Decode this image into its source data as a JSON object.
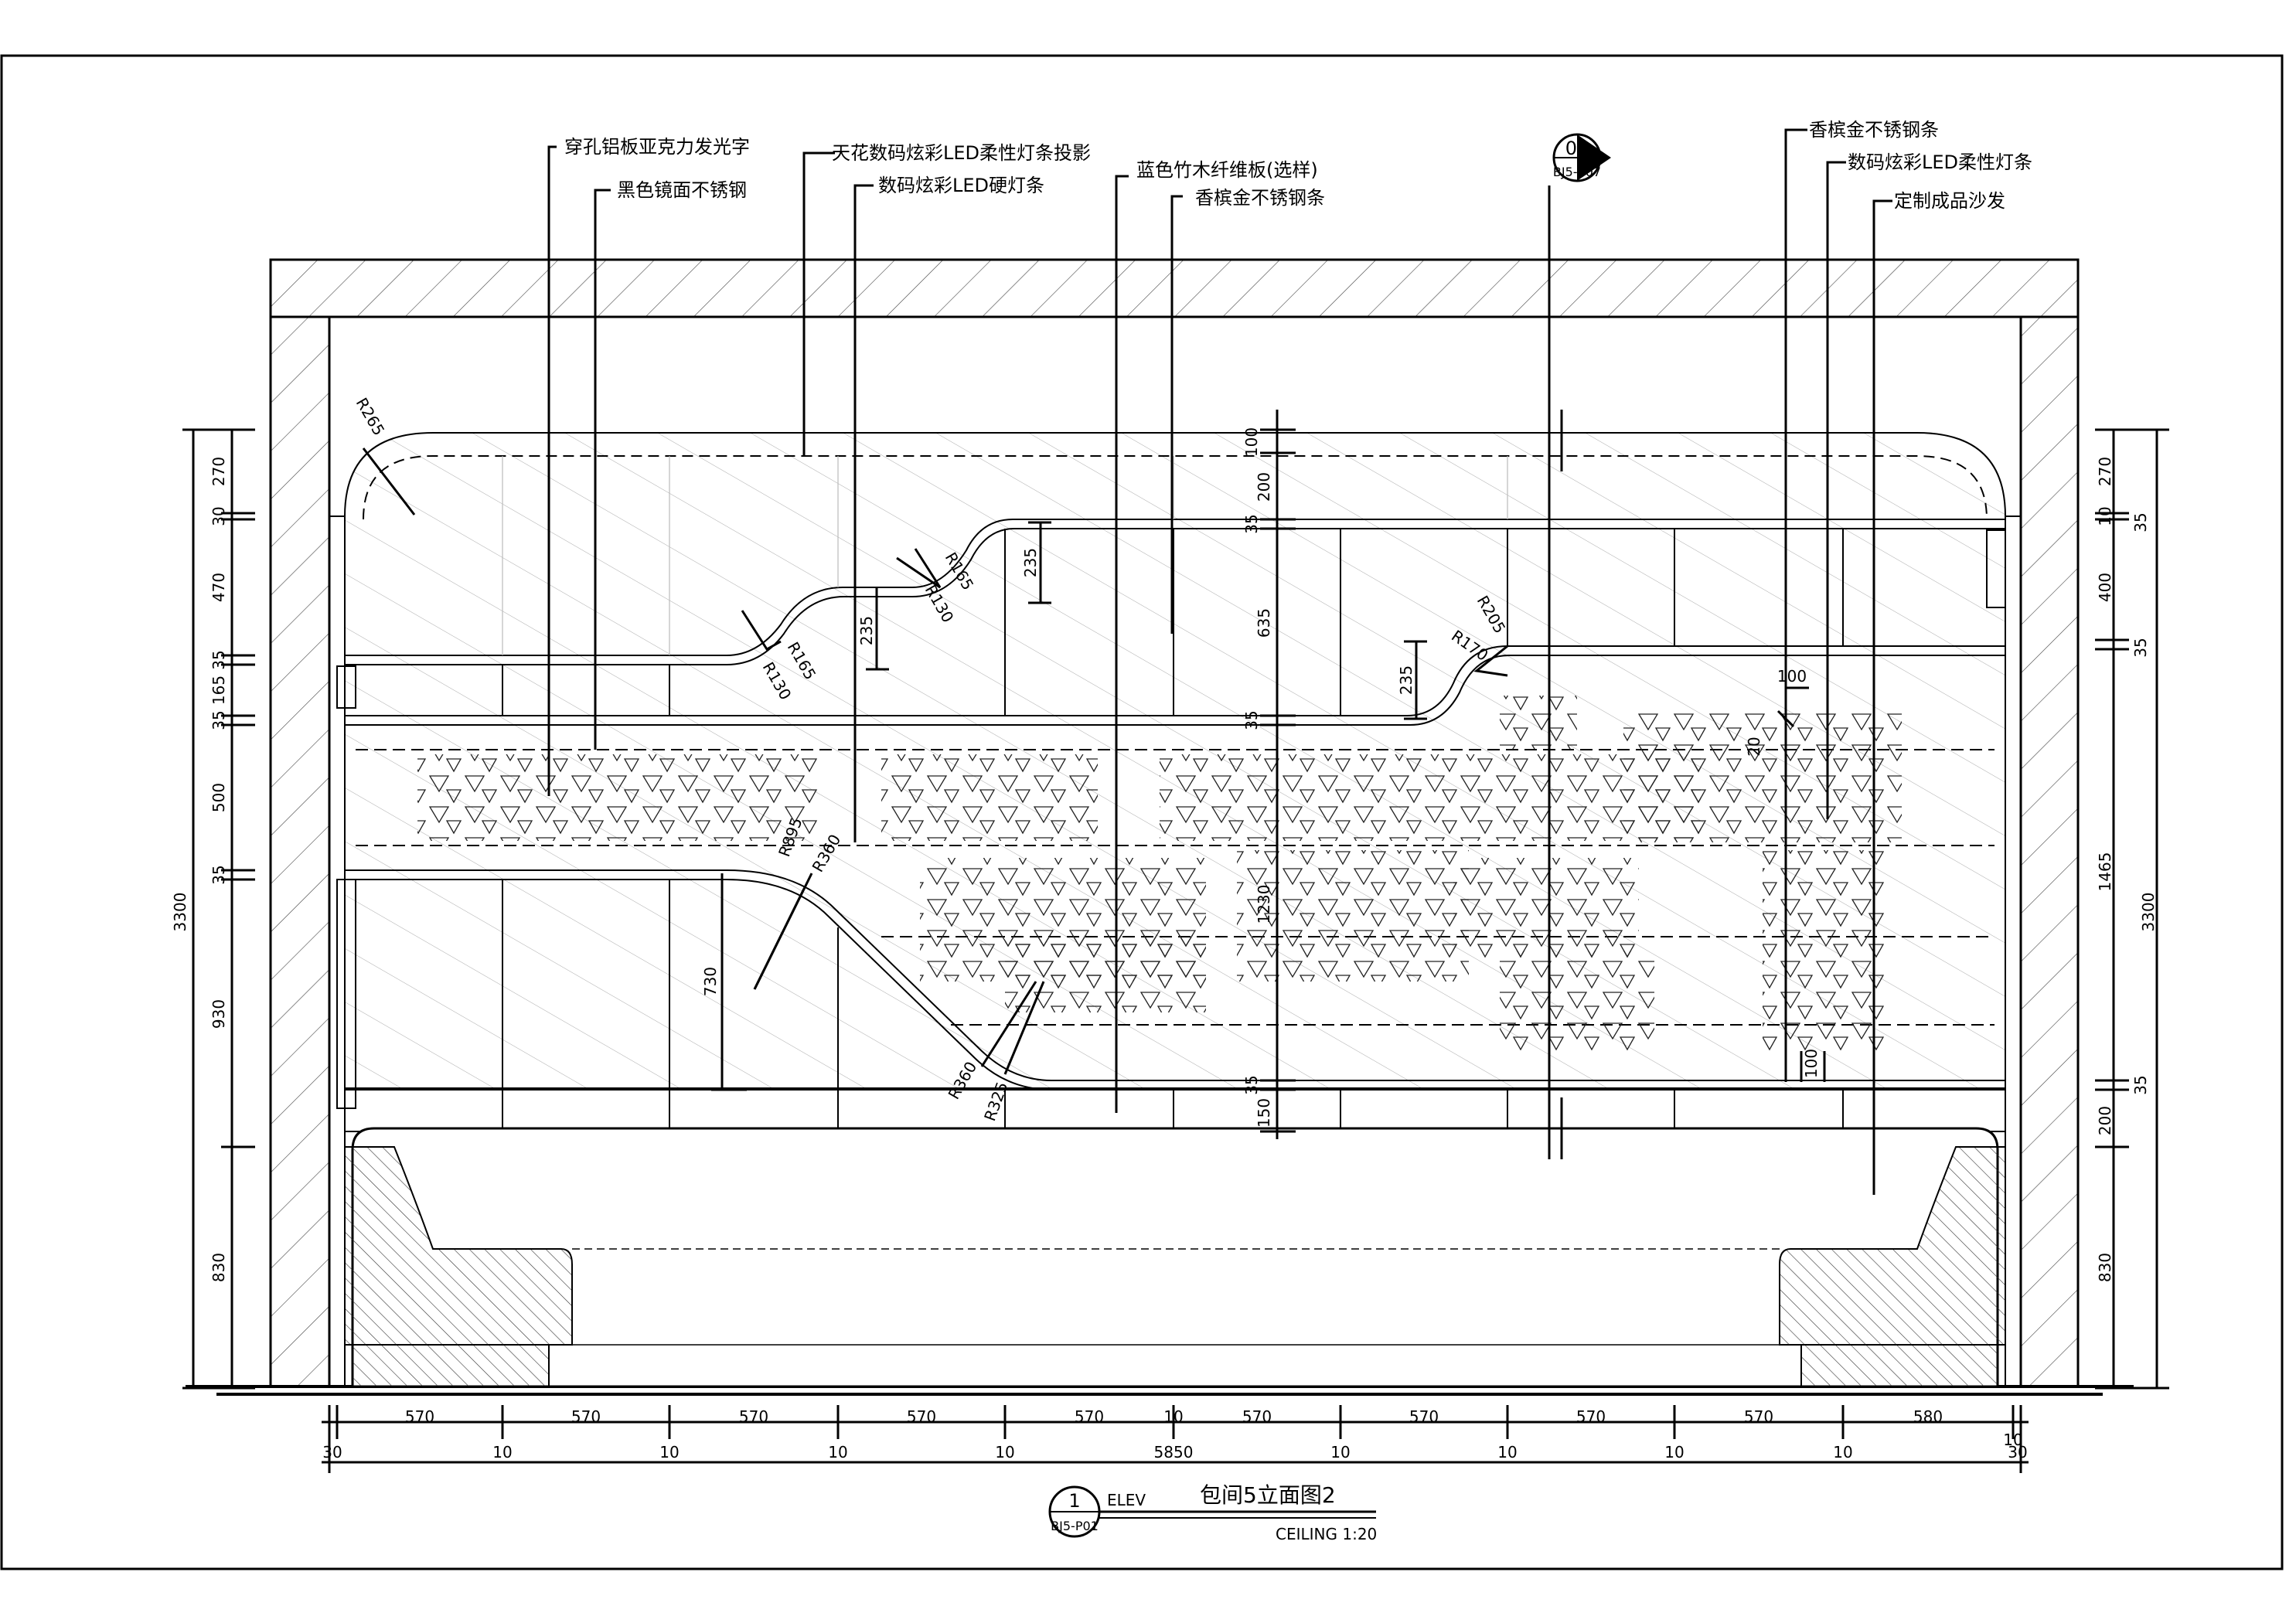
{
  "drawing": {
    "title": "包间5立面图2",
    "view_code": "ELEV",
    "scale": "CEILING 1:20",
    "number": "1",
    "sheet_ref": "BJ5-P01"
  },
  "section_marker": {
    "number": "04",
    "ref": "BJ5-S07"
  },
  "callouts": {
    "c1": "穿孔铝板亚克力发光字",
    "c2": "黑色镜面不锈钢",
    "c3": "天花数码炫彩LED柔性灯条投影",
    "c4": "数码炫彩LED硬灯条",
    "c5": "蓝色竹木纤维板(选样)",
    "c6": "香槟金不锈钢条",
    "c7": "香槟金不锈钢条",
    "c8": "数码炫彩LED柔性灯条",
    "c9": "定制成品沙发"
  },
  "left_dims": {
    "total": "3300",
    "d270": "270",
    "d30": "30",
    "d470": "470",
    "d35a": "35",
    "d165": "165",
    "d35b": "35",
    "d500": "500",
    "d35c": "35",
    "d930": "930",
    "d830": "830"
  },
  "right_dims": {
    "total": "3300",
    "d270": "270",
    "d10": "10",
    "d35a": "35",
    "d400": "400",
    "d35b": "35",
    "d1465": "1465",
    "d35c": "35",
    "d200": "200",
    "d830": "830"
  },
  "inner_dims": {
    "t100": "100",
    "t200": "200",
    "t35a": "35",
    "t635": "635",
    "t35b": "35",
    "t1230": "1230",
    "t35c": "35",
    "t150": "150",
    "v235a": "235",
    "v235b": "235",
    "v235c": "235",
    "v730": "730",
    "w100a": "100",
    "w20": "20",
    "w100b": "100"
  },
  "radii": {
    "r265": "R265",
    "r165a": "R165",
    "r130a": "R130",
    "r165b": "R165",
    "r130b": "R130",
    "r205": "R205",
    "r170": "R170",
    "r895": "R895",
    "r360a": "R360",
    "r360b": "R360",
    "r325": "R325"
  },
  "bottom_dims": {
    "segments": [
      "570",
      "570",
      "570",
      "570",
      "570",
      "570",
      "570",
      "570",
      "570",
      "580"
    ],
    "gaps": [
      "10",
      "10",
      "10",
      "10",
      "10",
      "10",
      "10",
      "10",
      "10"
    ],
    "end_left": "30",
    "end_right": "30",
    "center_mark": "10",
    "total": "5850"
  }
}
